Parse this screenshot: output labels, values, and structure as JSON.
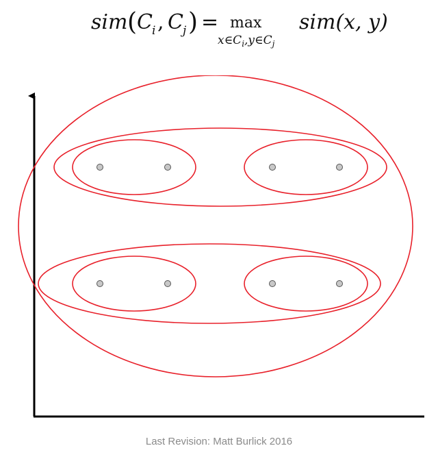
{
  "formula": {
    "lhs_func": "sim",
    "lhs_arg1": "C",
    "lhs_arg1_sub": "i",
    "lhs_arg2": "C",
    "lhs_arg2_sub": "j",
    "equals": "=",
    "operator": "max",
    "operator_sub": "x∈Ci,y∈Cj",
    "rhs": "sim(x, y)"
  },
  "footer": {
    "text": "Last Revision: Matt Burlick 2016"
  },
  "colors": {
    "cluster_outline": "#e8202a",
    "axis": "#000000",
    "point_fill": "#c8c8c8",
    "point_stroke": "#555555",
    "footer_text": "#8a8a8a"
  },
  "diagram": {
    "points_count": 8,
    "cluster_levels": [
      "pair",
      "group-of-four",
      "all"
    ]
  }
}
